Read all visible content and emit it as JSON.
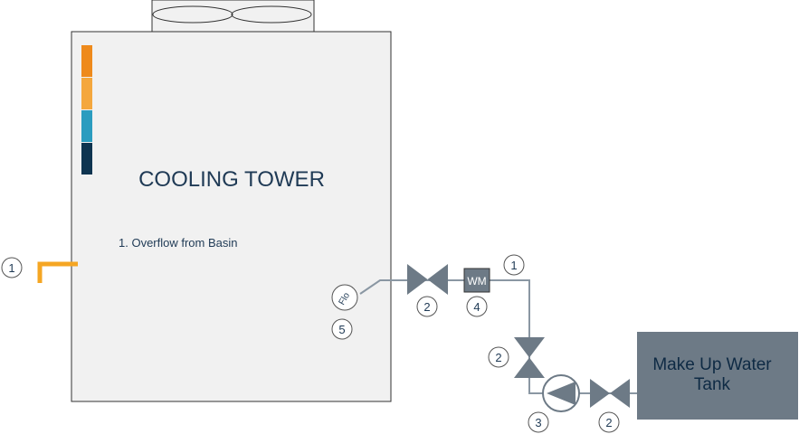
{
  "tower": {
    "title": "COOLING TOWER",
    "note": "1. Overflow from Basin",
    "color_stripes": [
      "#ee8a1c",
      "#f4a73d",
      "#2b9cbf",
      "#0e3450"
    ]
  },
  "tank": {
    "label_line1": "Make Up Water",
    "label_line2": "Tank"
  },
  "water_meter": {
    "label": "WM"
  },
  "float_valve": {
    "label": "Flo"
  },
  "callouts": {
    "overflow": "1",
    "pipe": "1",
    "valve_top": "2",
    "valve_vertical": "2",
    "valve_bottom": "2",
    "pump": "3",
    "meter": "4",
    "float": "5"
  },
  "colors": {
    "outline": "#333333",
    "pipe": "#8a97a3",
    "component_fill": "#6d7a86",
    "tower_fill": "#f1f1f1",
    "tank_fill": "#6d7a86",
    "overflow_pipe": "#f5a623",
    "text_dark": "#1f3a55"
  }
}
